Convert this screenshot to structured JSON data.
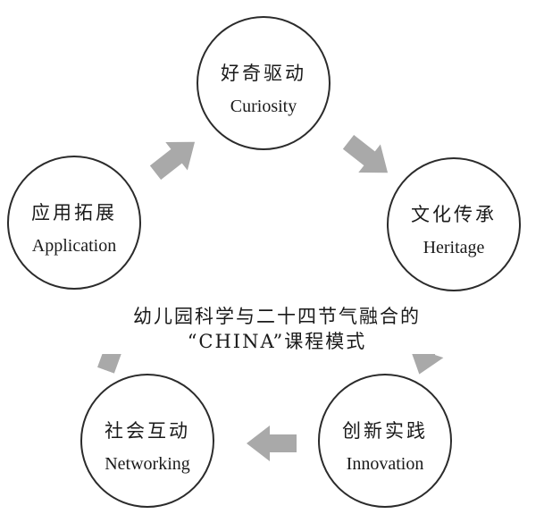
{
  "nodes": [
    {
      "id": "curiosity",
      "zh": "好奇驱动",
      "en": "Curiosity"
    },
    {
      "id": "heritage",
      "zh": "文化传承",
      "en": "Heritage"
    },
    {
      "id": "innovation",
      "zh": "创新实践",
      "en": "Innovation"
    },
    {
      "id": "networking",
      "zh": "社会互动",
      "en": "Networking"
    },
    {
      "id": "application",
      "zh": "应用拓展",
      "en": "Application"
    }
  ],
  "center": {
    "line1": "幼儿园科学与二十四节气融合的",
    "line2": "“CHINA”课程模式"
  },
  "colors": {
    "circle_border": "#2b2b2b",
    "arrow_fill": "#a9a9a9",
    "text": "#1a1a1a"
  }
}
